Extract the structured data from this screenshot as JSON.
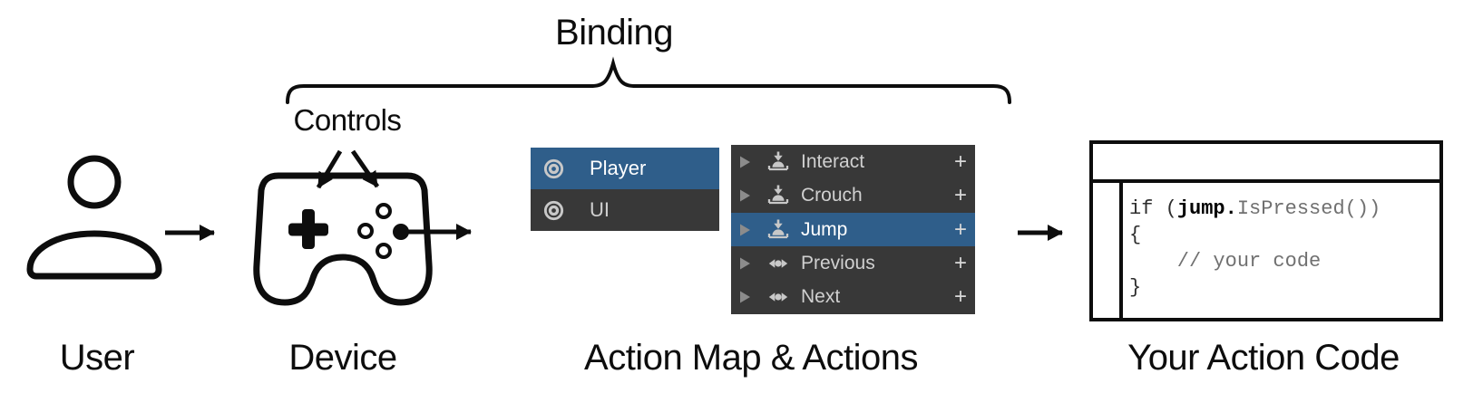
{
  "labels": {
    "binding": "Binding",
    "controls": "Controls",
    "user": "User",
    "device": "Device",
    "action_map": "Action Map & Actions",
    "action_code": "Your Action Code"
  },
  "action_map_panel": {
    "items": [
      {
        "label": "Player",
        "selected": true
      },
      {
        "label": "UI",
        "selected": false
      }
    ]
  },
  "actions_panel": {
    "items": [
      {
        "label": "Interact",
        "icon": "button-control-icon",
        "selected": false,
        "add_label": "+"
      },
      {
        "label": "Crouch",
        "icon": "button-control-icon",
        "selected": false,
        "add_label": "+"
      },
      {
        "label": "Jump",
        "icon": "button-control-icon",
        "selected": true,
        "add_label": "+"
      },
      {
        "label": "Previous",
        "icon": "axis-control-icon",
        "selected": false,
        "add_label": "+"
      },
      {
        "label": "Next",
        "icon": "axis-control-icon",
        "selected": false,
        "add_label": "+"
      }
    ]
  },
  "code_panel": {
    "lines": [
      {
        "parts": [
          {
            "text": "if (",
            "color": "#2e2e2e",
            "bold": false
          },
          {
            "text": "jump.",
            "color": "#000000",
            "bold": true
          },
          {
            "text": "IsPressed())",
            "color": "#707070",
            "bold": false
          }
        ]
      },
      {
        "parts": [
          {
            "text": "{",
            "color": "#2e2e2e",
            "bold": false
          }
        ]
      },
      {
        "parts": [
          {
            "text": "    // your code",
            "color": "#707070",
            "bold": false
          }
        ]
      },
      {
        "parts": [
          {
            "text": "}",
            "color": "#2e2e2e",
            "bold": false
          }
        ]
      }
    ]
  },
  "colors": {
    "selection_blue": "#2f5e8a",
    "panel_dark": "#383838",
    "row_text": "#d0d0d0",
    "row_text_selected": "#ffffff",
    "icon_gray": "#c8c8c8",
    "foldout_gray": "#8c8c8c",
    "stroke_black": "#0d0d0d"
  }
}
